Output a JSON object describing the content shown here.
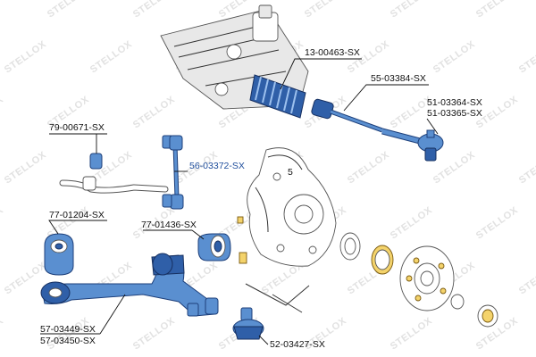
{
  "watermark": {
    "text": "STELLOX"
  },
  "labels": {
    "steering_rack": "13-00463-SX",
    "inner_tie_rod": "55-03384-SX",
    "tie_rod_end_1": "51-03364-SX",
    "tie_rod_end_2": "51-03365-SX",
    "stabilizer_bushing": "79-00671-SX",
    "stabilizer_link": "56-03372-SX",
    "front_bushing": "77-01204-SX",
    "rear_bushing": "77-01436-SX",
    "control_arm_1": "57-03449-SX",
    "control_arm_2": "57-03450-SX",
    "ball_joint": "52-03427-SX",
    "knuckle_number": "5"
  },
  "colors": {
    "highlight_label": "#1f4e9c",
    "part_blue": "#5a8fd0",
    "text": "#111111"
  }
}
